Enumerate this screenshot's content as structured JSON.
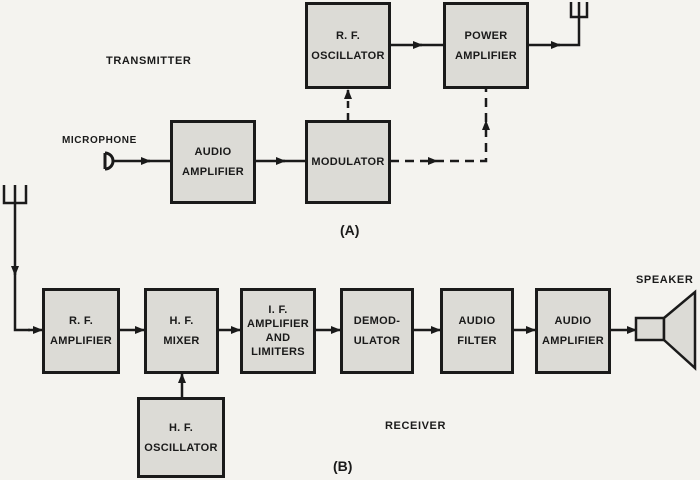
{
  "transmitter": {
    "title": "TRANSMITTER",
    "caption": "(A)",
    "microphone_label": "MICROPHONE",
    "blocks": {
      "audio_amplifier": [
        "AUDIO",
        "AMPLIFIER"
      ],
      "modulator": [
        "MODULATOR"
      ],
      "rf_oscillator": [
        "R. F.",
        "OSCILLATOR"
      ],
      "power_amplifier": [
        "POWER",
        "AMPLIFIER"
      ]
    }
  },
  "receiver": {
    "title": "RECEIVER",
    "caption": "(B)",
    "speaker_label": "SPEAKER",
    "blocks": {
      "rf_amplifier": [
        "R. F.",
        "AMPLIFIER"
      ],
      "hf_mixer": [
        "H. F.",
        "MIXER"
      ],
      "if_amplifier": [
        "I. F.",
        "AMPLIFIER",
        "AND",
        "LIMITERS"
      ],
      "demodulator": [
        "DEMOD-",
        "ULATOR"
      ],
      "audio_filter": [
        "AUDIO",
        "FILTER"
      ],
      "audio_amplifier": [
        "AUDIO",
        "AMPLIFIER"
      ],
      "hf_oscillator": [
        "H. F.",
        "OSCILLATOR"
      ]
    }
  },
  "colors": {
    "ink": "#1a1a1a",
    "block_fill": "#dcdbd6",
    "paper": "#f4f3ef"
  }
}
